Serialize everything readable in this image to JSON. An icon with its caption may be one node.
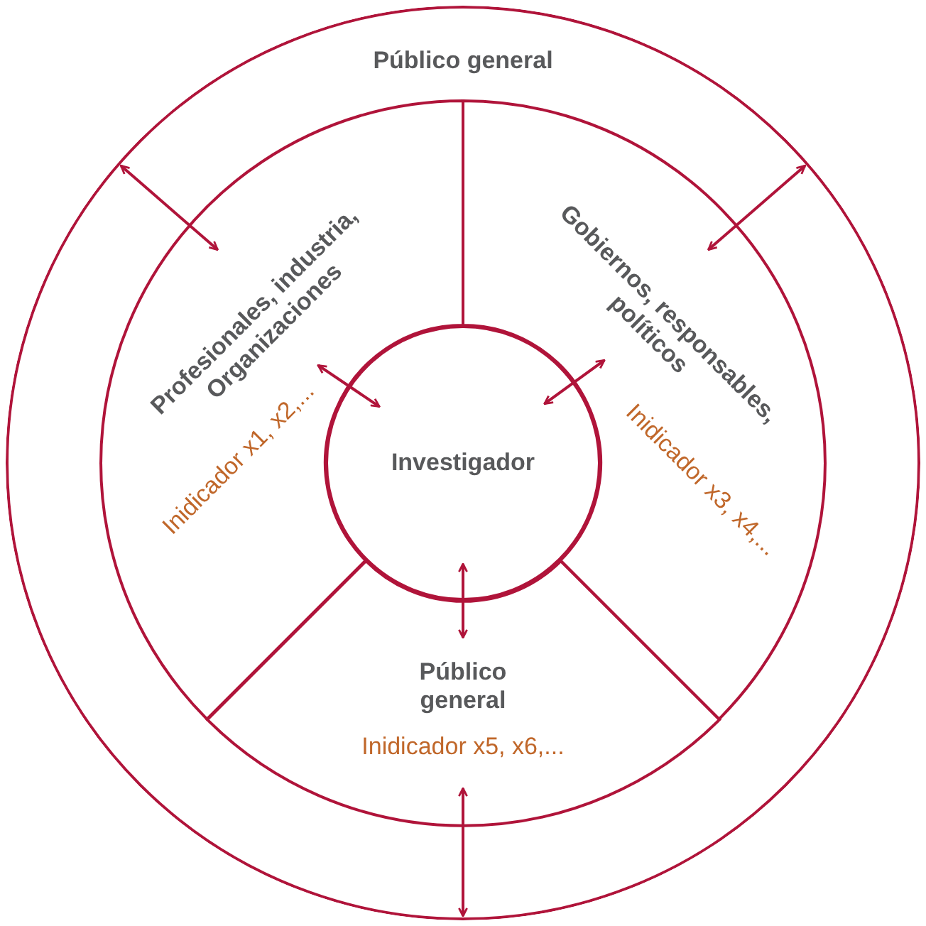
{
  "diagram": {
    "nodes": [
      {
        "text": [
          "Público general"
        ]
      },
      {
        "text": [
          "Profesionales, industria, Organizaciones",
          "Inidicador x1, x2,..."
        ],
        "in": 0
      },
      {
        "text": [
          "Gobiernos, responsables, políticos",
          "Inidicador x3, x4,..."
        ],
        "in": 0
      },
      {
        "text": [
          "Investigador"
        ],
        "in": 0
      },
      {
        "text": [
          "Público general",
          "Inidicador x5, x6,..."
        ],
        "in": 0
      }
    ],
    "edges": [
      {
        "from": 0,
        "to": 1,
        "arrow": "both"
      },
      {
        "from": 0,
        "to": 2,
        "arrow": "both"
      },
      {
        "from": 3,
        "to": 1,
        "arrow": "both"
      },
      {
        "from": 3,
        "to": 2,
        "arrow": "both"
      },
      {
        "from": 3,
        "to": 4,
        "arrow": "both"
      },
      {
        "from": 4,
        "to": 0,
        "arrow": "both"
      }
    ]
  }
}
